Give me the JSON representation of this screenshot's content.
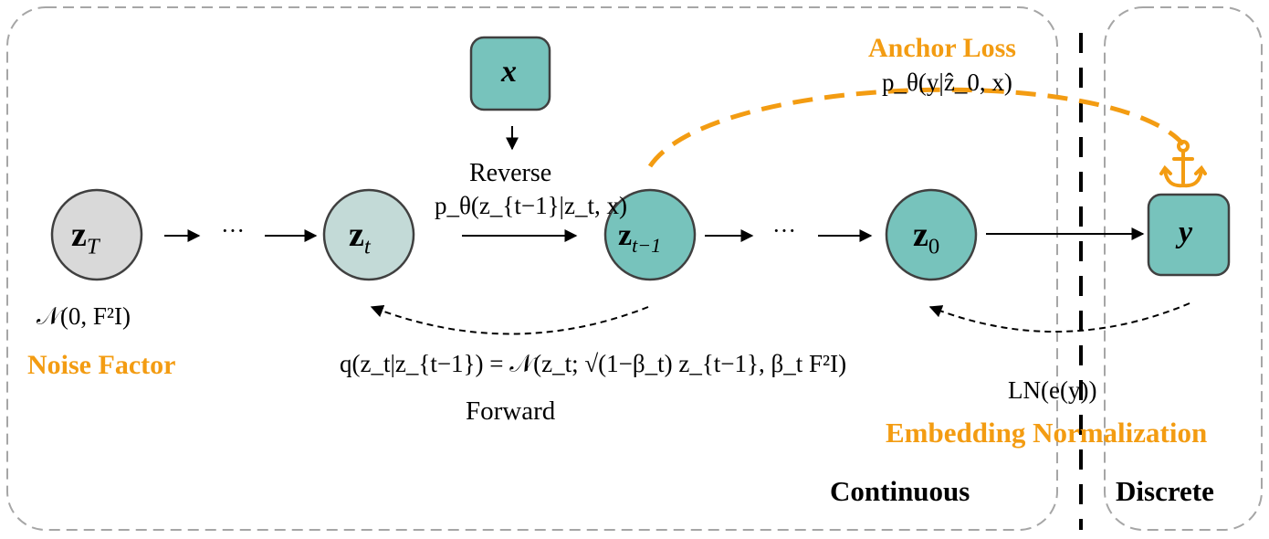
{
  "regions": {
    "continuous_label": "Continuous",
    "discrete_label": "Discrete"
  },
  "nodes": {
    "zT": {
      "main": "z",
      "sub": "T"
    },
    "zt": {
      "main": "z",
      "sub": "t"
    },
    "ztm1": {
      "main": "z",
      "sub": "t−1"
    },
    "z0": {
      "main": "z",
      "sub": "0"
    },
    "x": {
      "main": "x"
    },
    "y": {
      "main": "y"
    }
  },
  "ellipsis": "···",
  "reverse": {
    "title": "Reverse",
    "formula": "p_θ(z_{t−1}|z_t, x)"
  },
  "forward": {
    "title": "Forward",
    "formula": "q(z_t|z_{t−1}) = 𝒩(z_t; √(1−β_t) z_{t−1}, β_t F²I)"
  },
  "noise": {
    "formula": "𝒩(0, F²I)",
    "label": "Noise Factor"
  },
  "anchor": {
    "label": "Anchor Loss",
    "formula": "p_θ(y|ẑ_0, x)"
  },
  "embedding": {
    "formula": "LN(e(y))",
    "label": "Embedding Normalization"
  },
  "colors": {
    "teal": "#77c3bc",
    "light_teal": "#c3dad7",
    "gray": "#d9d9d9",
    "orange": "#f39c12",
    "border": "#a6a6a6"
  },
  "icons": {
    "anchor": "anchor-icon"
  }
}
